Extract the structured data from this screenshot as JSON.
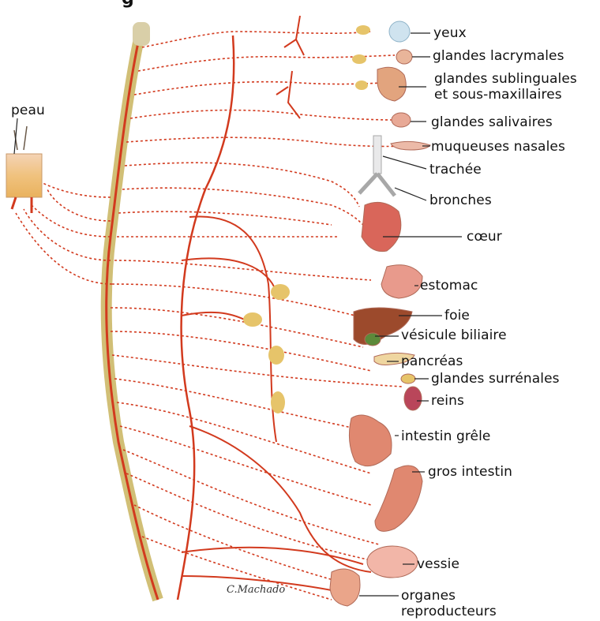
{
  "title_fragment": "g",
  "signature": "C.Machado",
  "colors": {
    "nerve": "#d23a1e",
    "cord": "#c9b45e",
    "ganglion": "#e6c46a",
    "organ": "#dc8a78",
    "leader": "#222222"
  },
  "labels": {
    "peau": "peau",
    "yeux": "yeux",
    "lacrymales": "glandes lacrymales",
    "sublinguales_1": "glandes sublinguales",
    "sublinguales_2": "et sous-maxillaires",
    "salivaires": "glandes salivaires",
    "nasales": "muqueuses nasales",
    "trachee": "trachée",
    "bronches": "bronches",
    "coeur": "cœur",
    "estomac": "estomac",
    "foie": "foie",
    "vesicule": "vésicule biliaire",
    "pancreas": "pancréas",
    "surrenales": "glandes surrénales",
    "reins": "reins",
    "intestin_grele": "intestin grêle",
    "gros_intestin": "gros intestin",
    "vessie": "vessie",
    "organes_1": "organes",
    "organes_2": "reproducteurs"
  }
}
